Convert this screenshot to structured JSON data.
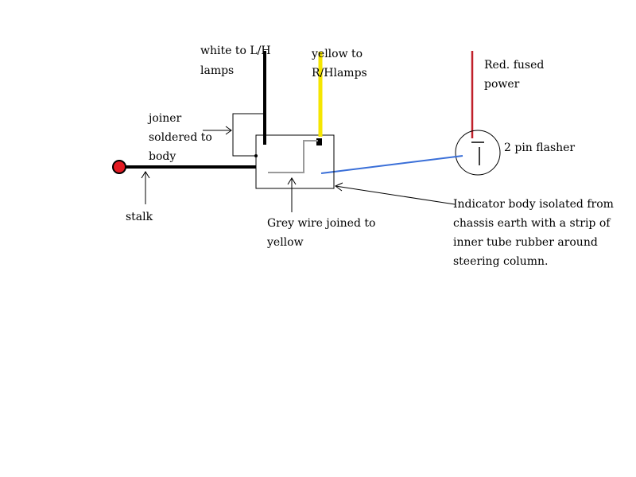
{
  "colors": {
    "background": "#ffffff",
    "ink": "#000000",
    "stalk_knob": "#e31b23",
    "yellow_wire": "#f5e600",
    "red_wire": "#c0202a",
    "blue_wire": "#3a6fd8",
    "grey_wire": "#9a9a9a"
  },
  "labels": {
    "white_wire": [
      "white to L/H",
      "lamps"
    ],
    "yellow_wire": [
      "yellow to",
      "R/Hlamps"
    ],
    "red_power": [
      "Red. fused",
      "power"
    ],
    "joiner": [
      "joiner",
      "soldered to",
      "body"
    ],
    "flasher": "2 pin flasher",
    "stalk": "stalk",
    "grey_wire": [
      "Grey wire joined to",
      "yellow"
    ],
    "indicator_note": [
      "Indicator body isolated from",
      "chassis earth with a strip of",
      "inner tube rubber around",
      "steering column."
    ]
  }
}
